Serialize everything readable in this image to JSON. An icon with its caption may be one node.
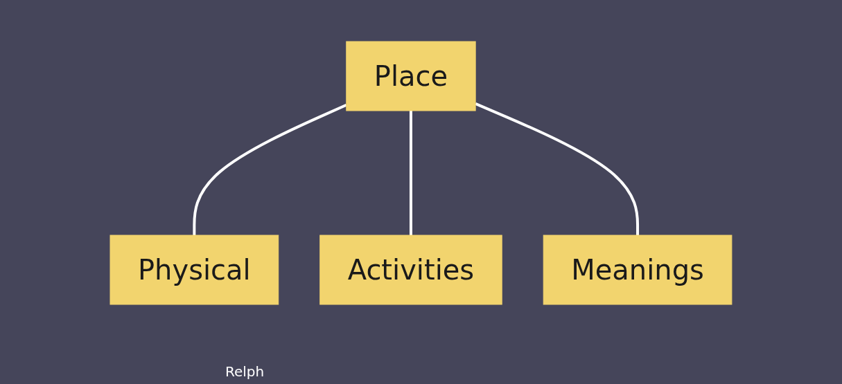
{
  "diagram": {
    "nodes": [
      {
        "text": [
          "Place"
        ]
      },
      {
        "text": [
          "Physical"
        ]
      },
      {
        "text": [
          "Activities"
        ]
      },
      {
        "text": [
          "Meanings"
        ]
      }
    ],
    "edges": [
      {
        "from": 0,
        "to": 1,
        "arrow": "none"
      },
      {
        "from": 0,
        "to": 2,
        "arrow": "none"
      },
      {
        "from": 0,
        "to": 3,
        "arrow": "none"
      }
    ],
    "labels": [
      "Relph"
    ]
  }
}
